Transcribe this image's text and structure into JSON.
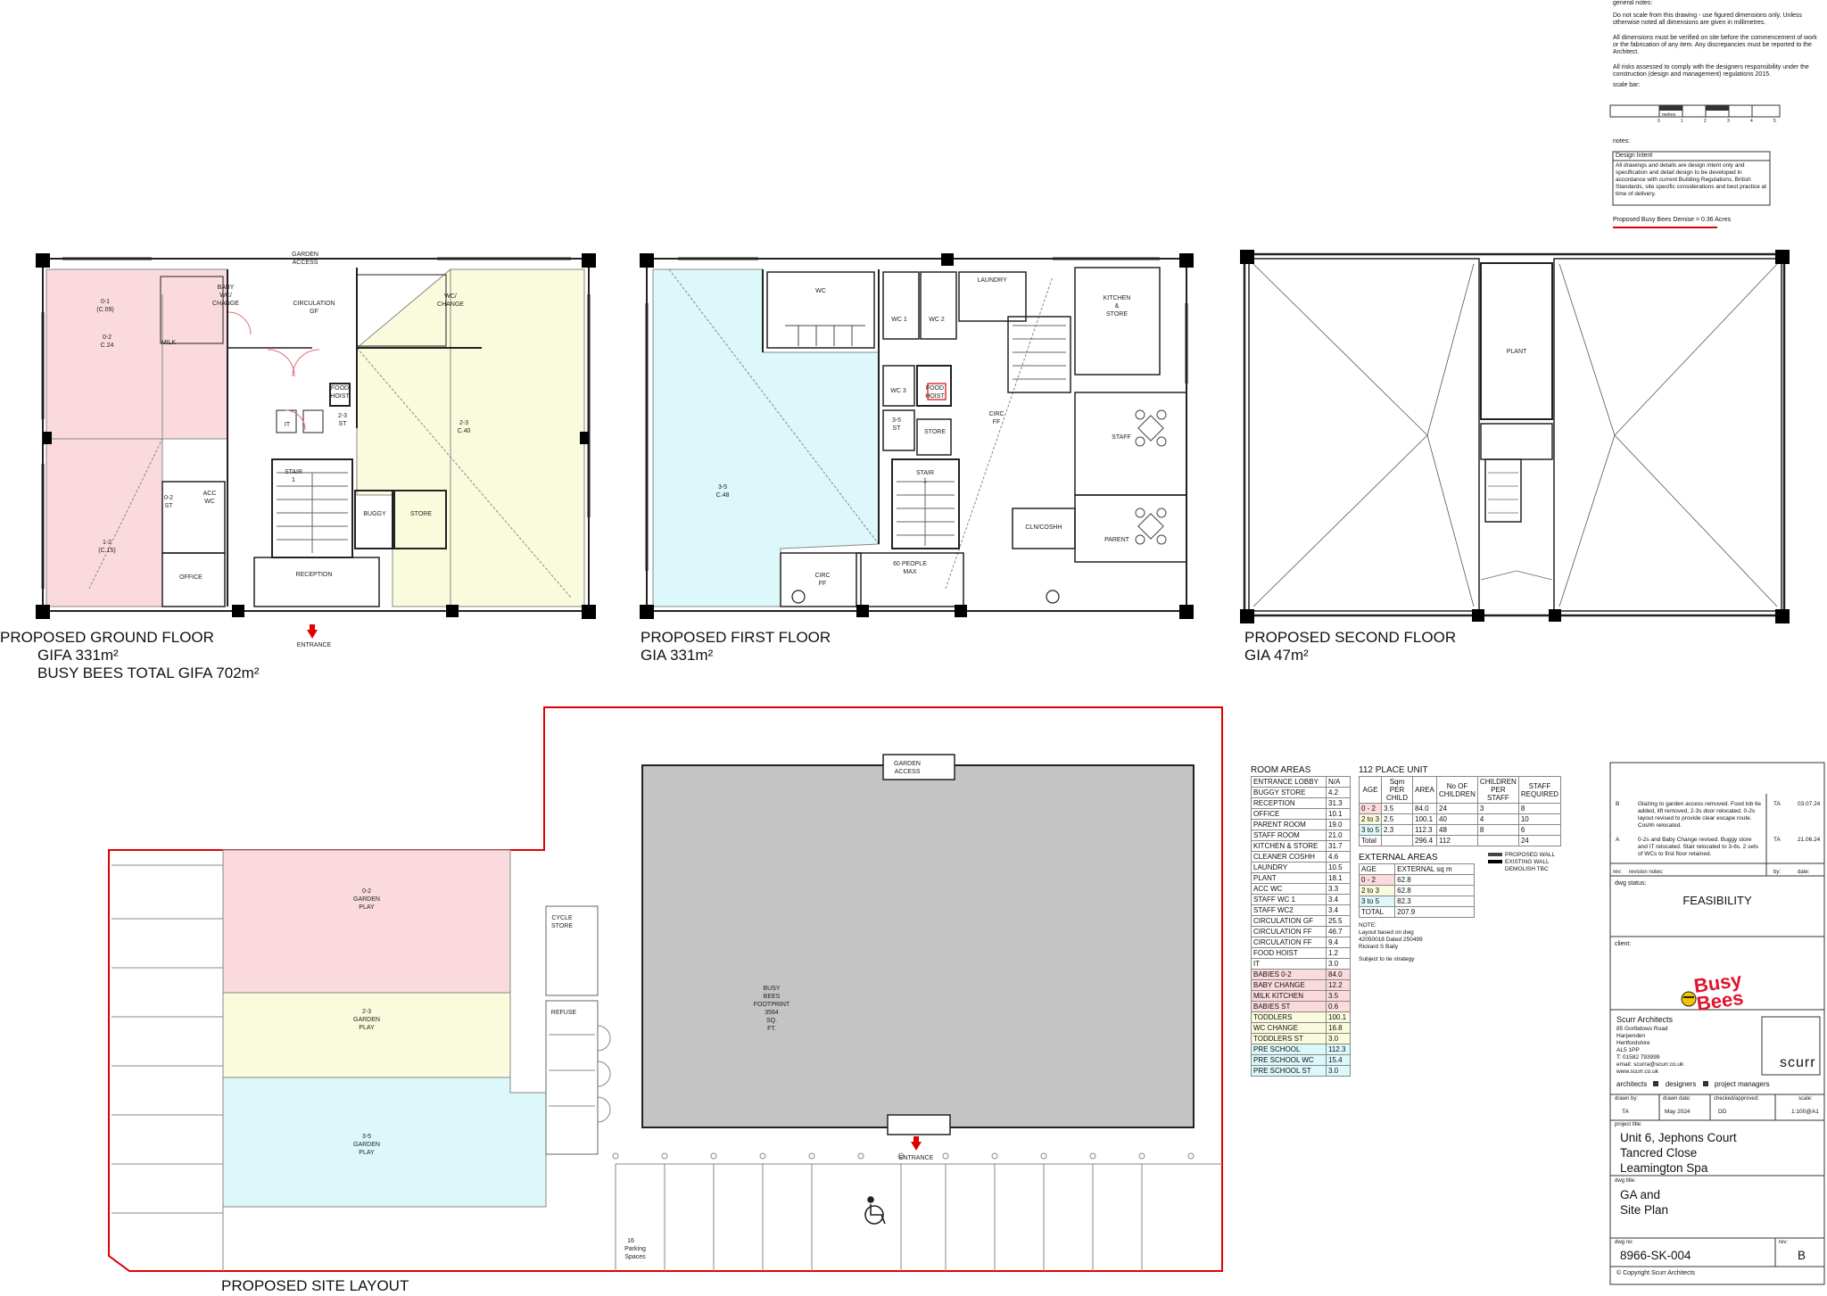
{
  "general_notes": {
    "heading": "general notes:",
    "lines": [
      "Do not scale from this drawing - use figured dimensions only. Unless otherwise noted all dimensions are given in millimetres.",
      "All dimensions must be verified on site before the commencement of work or the fabrication of any item. Any discrepancies must be reported to the Architect.",
      "All risks assessed to comply with the designers responsibility under the construction (design and management) regulations 2015."
    ],
    "scale_bar_label": "scale bar:",
    "scale_bar_ticks": [
      "0",
      "1",
      "2",
      "3",
      "4",
      "5"
    ],
    "scale_bar_unit": "metres"
  },
  "notes": {
    "heading": "notes:",
    "design_intent_title": "Design Intent",
    "design_intent_text": "All drawings and details are design intent only and specification and detail design to be developed in accordance with current Building Regulations, British Standards, site specific considerations and best practice at time of delivery.",
    "density_note": "Proposed Busy Bees Demise = 0.36 Acres"
  },
  "ground_floor": {
    "title": "PROPOSED GROUND FLOOR",
    "area_line": "GIFA 331m²",
    "total_line": "BUSY BEES TOTAL GIFA 702m²",
    "rooms": [
      {
        "name": "0-1",
        "sub": "(C.09)"
      },
      {
        "name": "0-2",
        "sub": "C.24"
      },
      {
        "name": "1-2",
        "sub": "(C.15)"
      },
      {
        "name": "BABY",
        "sub": "WC/"
      },
      {
        "name": "CHANGE",
        "sub": ""
      },
      {
        "name": "MILK",
        "sub": ""
      },
      {
        "name": "CIRCULATION",
        "sub": "GF"
      },
      {
        "name": "WC/",
        "sub": "CHANGE"
      },
      {
        "name": "GARDEN",
        "sub": "ACCESS"
      },
      {
        "name": "2-3",
        "sub": "C.40"
      },
      {
        "name": "FOOD",
        "sub": "HOIST"
      },
      {
        "name": "IT",
        "sub": ""
      },
      {
        "name": "2-3",
        "sub": "ST"
      },
      {
        "name": "STAIR",
        "sub": "1"
      },
      {
        "name": "0-2",
        "sub": "ST"
      },
      {
        "name": "ACC",
        "sub": "WC"
      },
      {
        "name": "OFFICE",
        "sub": ""
      },
      {
        "name": "BUGGY",
        "sub": ""
      },
      {
        "name": "STORE",
        "sub": ""
      },
      {
        "name": "RECEPTION",
        "sub": ""
      },
      {
        "name": "ENTRANCE",
        "sub": ""
      }
    ]
  },
  "first_floor": {
    "title": "PROPOSED FIRST FLOOR",
    "area_line": "GIA 331m²",
    "rooms": [
      {
        "name": "3-5",
        "sub": "C.48"
      },
      {
        "name": "WC",
        "sub": ""
      },
      {
        "name": "WC 1",
        "sub": ""
      },
      {
        "name": "WC 2",
        "sub": ""
      },
      {
        "name": "LAUNDRY",
        "sub": ""
      },
      {
        "name": "KITCHEN",
        "sub": "&"
      },
      {
        "name": "STORE",
        "sub": ""
      },
      {
        "name": "WC 3",
        "sub": ""
      },
      {
        "name": "FOOD",
        "sub": "HOIST"
      },
      {
        "name": "CIRC",
        "sub": "FF"
      },
      {
        "name": "3-5",
        "sub": "ST"
      },
      {
        "name": "STORE",
        "sub": ""
      },
      {
        "name": "STAFF",
        "sub": ""
      },
      {
        "name": "STAIR",
        "sub": "1"
      },
      {
        "name": "CLN/COSHH",
        "sub": ""
      },
      {
        "name": "PARENT",
        "sub": ""
      },
      {
        "name": "CIRC",
        "sub": "FF"
      },
      {
        "name": "60 PEOPLE",
        "sub": "MAX"
      }
    ]
  },
  "second_floor": {
    "title": "PROPOSED SECOND FLOOR",
    "area_line": "GIA 47m²",
    "rooms": [
      {
        "name": "PLANT",
        "sub": ""
      }
    ]
  },
  "site_layout": {
    "title": "PROPOSED SITE LAYOUT",
    "gardens": [
      {
        "name": "0-2",
        "l2": "GARDEN",
        "l3": "PLAY"
      },
      {
        "name": "2-3",
        "l2": "GARDEN",
        "l3": "PLAY"
      },
      {
        "name": "3-5",
        "l2": "GARDEN",
        "l3": "PLAY"
      }
    ],
    "footprint": [
      "BUSY",
      "BEES",
      "FOOTPRINT",
      "3564",
      "SQ.",
      "FT."
    ],
    "garden_access": [
      "GARDEN",
      "ACCESS"
    ],
    "cycle_store": [
      "CYCLE",
      "STORE"
    ],
    "refuse": "REFUSE",
    "entrance": "ENTRANCE",
    "parking": [
      "16",
      "Parking",
      "Spaces"
    ]
  },
  "room_areas": {
    "title": "ROOM AREAS",
    "rows": [
      {
        "name": "ENTRANCE LOBBY",
        "value": "N/A",
        "band": ""
      },
      {
        "name": "BUGGY STORE",
        "value": "4.2",
        "band": ""
      },
      {
        "name": "RECEPTION",
        "value": "31.3",
        "band": ""
      },
      {
        "name": "OFFICE",
        "value": "10.1",
        "band": ""
      },
      {
        "name": "PARENT ROOM",
        "value": "19.0",
        "band": ""
      },
      {
        "name": "STAFF ROOM",
        "value": "21.0",
        "band": ""
      },
      {
        "name": "KITCHEN & STORE",
        "value": "31.7",
        "band": ""
      },
      {
        "name": "CLEANER COSHH",
        "value": "4.6",
        "band": ""
      },
      {
        "name": "LAUNDRY",
        "value": "10.5",
        "band": ""
      },
      {
        "name": "PLANT",
        "value": "18.1",
        "band": ""
      },
      {
        "name": "ACC WC",
        "value": "3.3",
        "band": ""
      },
      {
        "name": "STAFF WC 1",
        "value": "3.4",
        "band": ""
      },
      {
        "name": "STAFF WC2",
        "value": "3.4",
        "band": ""
      },
      {
        "name": "CIRCULATION GF",
        "value": "25.5",
        "band": ""
      },
      {
        "name": "CIRCULATION FF",
        "value": "46.7",
        "band": ""
      },
      {
        "name": "CIRCULATION FF",
        "value": "9.4",
        "band": ""
      },
      {
        "name": "FOOD HOIST",
        "value": "1.2",
        "band": ""
      },
      {
        "name": "IT",
        "value": "3.0",
        "band": ""
      },
      {
        "name": "BABIES 0-2",
        "value": "84.0",
        "band": "pink"
      },
      {
        "name": "BABY CHANGE",
        "value": "12.2",
        "band": "pink"
      },
      {
        "name": "MILK KITCHEN",
        "value": "3.5",
        "band": "pink"
      },
      {
        "name": "BABIES ST",
        "value": "0.6",
        "band": "pink"
      },
      {
        "name": "TODDLERS",
        "value": "100.1",
        "band": "yellow"
      },
      {
        "name": "WC CHANGE",
        "value": "16.8",
        "band": "yellow"
      },
      {
        "name": "TODDLERS ST",
        "value": "3.0",
        "band": "yellow"
      },
      {
        "name": "PRE SCHOOL",
        "value": "112.3",
        "band": "cyan"
      },
      {
        "name": "PRE SCHOOL WC",
        "value": "15.4",
        "band": "cyan"
      },
      {
        "name": "PRE SCHOOL ST",
        "value": "3.0",
        "band": "cyan"
      }
    ]
  },
  "place_unit": {
    "title": "112 PLACE UNIT",
    "headers": [
      "AGE",
      "Sqm PER CHILD",
      "AREA",
      "No OF CHILDREN",
      "CHILDREN PER STAFF",
      "STAFF REQUIRED"
    ],
    "rows": [
      {
        "cells": [
          "0 - 2",
          "3.5",
          "84.0",
          "24",
          "3",
          "8"
        ],
        "band": "pink"
      },
      {
        "cells": [
          "2 to 3",
          "2.5",
          "100.1",
          "40",
          "4",
          "10"
        ],
        "band": "yellow"
      },
      {
        "cells": [
          "3 to 5",
          "2.3",
          "112.3",
          "48",
          "8",
          "6"
        ],
        "band": "cyan"
      },
      {
        "cells": [
          "Total",
          "",
          "296.4",
          "112",
          "",
          "24"
        ],
        "band": ""
      }
    ]
  },
  "external_areas": {
    "title": "EXTERNAL AREAS",
    "headers": [
      "AGE",
      "EXTERNAL sq m"
    ],
    "rows": [
      {
        "cells": [
          "0 - 2",
          "62.8"
        ],
        "band": "pink"
      },
      {
        "cells": [
          "2 to 3",
          "62.8"
        ],
        "band": "yellow"
      },
      {
        "cells": [
          "3 to 5",
          "82.3"
        ],
        "band": "cyan"
      },
      {
        "cells": [
          "TOTAL",
          "207.9"
        ],
        "band": ""
      }
    ]
  },
  "wall_legend": [
    "PROPOSED WALL",
    "EXISTING WALL",
    "DEMOLISH TBC"
  ],
  "table_note": {
    "label": "NOTE:",
    "lines": [
      "Layout based on dwg",
      "42050018 Dated 250499",
      "Rickard S Baily"
    ],
    "subject": "Subject to tie strategy"
  },
  "revisions": {
    "rows": [
      {
        "rev": "B",
        "text": "Glazing to garden access removed. Food lob tie added, lift removed, 2-3s door relocated. 0-2s layout revised to provide clear escape route. Coshh relocated.",
        "by": "TA",
        "date": "03.07.24"
      },
      {
        "rev": "A",
        "text": "0-2s and Baby Change revised. Buggy store and IT relocated. Stair relocated to 3-6s. 2 sets of WCs to first floor retained.",
        "by": "TA",
        "date": "21.06.24"
      }
    ],
    "head_rev": "rev:",
    "head_notes": "revision notes:",
    "head_by": "by:",
    "head_date": "date:"
  },
  "title_block": {
    "dwg_status_label": "dwg status:",
    "dwg_status": "FEASIBILITY",
    "client_label": "client:",
    "client_logo": [
      "Busy",
      "Bees"
    ],
    "practice": "Scurr Architects",
    "address": [
      "85 Gorlbdows Road",
      "Harpenden",
      "Hertfordshire",
      "AL5 1PP"
    ],
    "tel": "T: 01582 793999",
    "email": "email: scurra@scurr.co.uk",
    "web": "www.scurr.co.uk",
    "logo": "scurr",
    "services": [
      "architects",
      "designers",
      "project managers"
    ],
    "labels": [
      "drawn by:",
      "drawn date:",
      "checked/approved:",
      "scale:"
    ],
    "values": [
      "TA",
      "May 2024",
      "DD",
      "1:100@A1"
    ],
    "project_title_label": "project title:",
    "project_title": [
      "Unit 6, Jephons Court",
      "Tancred Close",
      "Leamington Spa"
    ],
    "dwg_title_label": "dwg title:",
    "dwg_title": [
      "GA and",
      "Site Plan"
    ],
    "dwg_no_label": "dwg no:",
    "dwg_no": "8966-SK-004",
    "rev_label": "rev:",
    "rev": "B",
    "copyright": "© Copyright Scurr Architects"
  },
  "colors": {
    "babies": "#fadadd",
    "toddlers": "#fafadc",
    "preschool": "#dcf8fa",
    "footprint": "#c4c4c4",
    "boundary": "#e00000",
    "wall": "#000000"
  }
}
